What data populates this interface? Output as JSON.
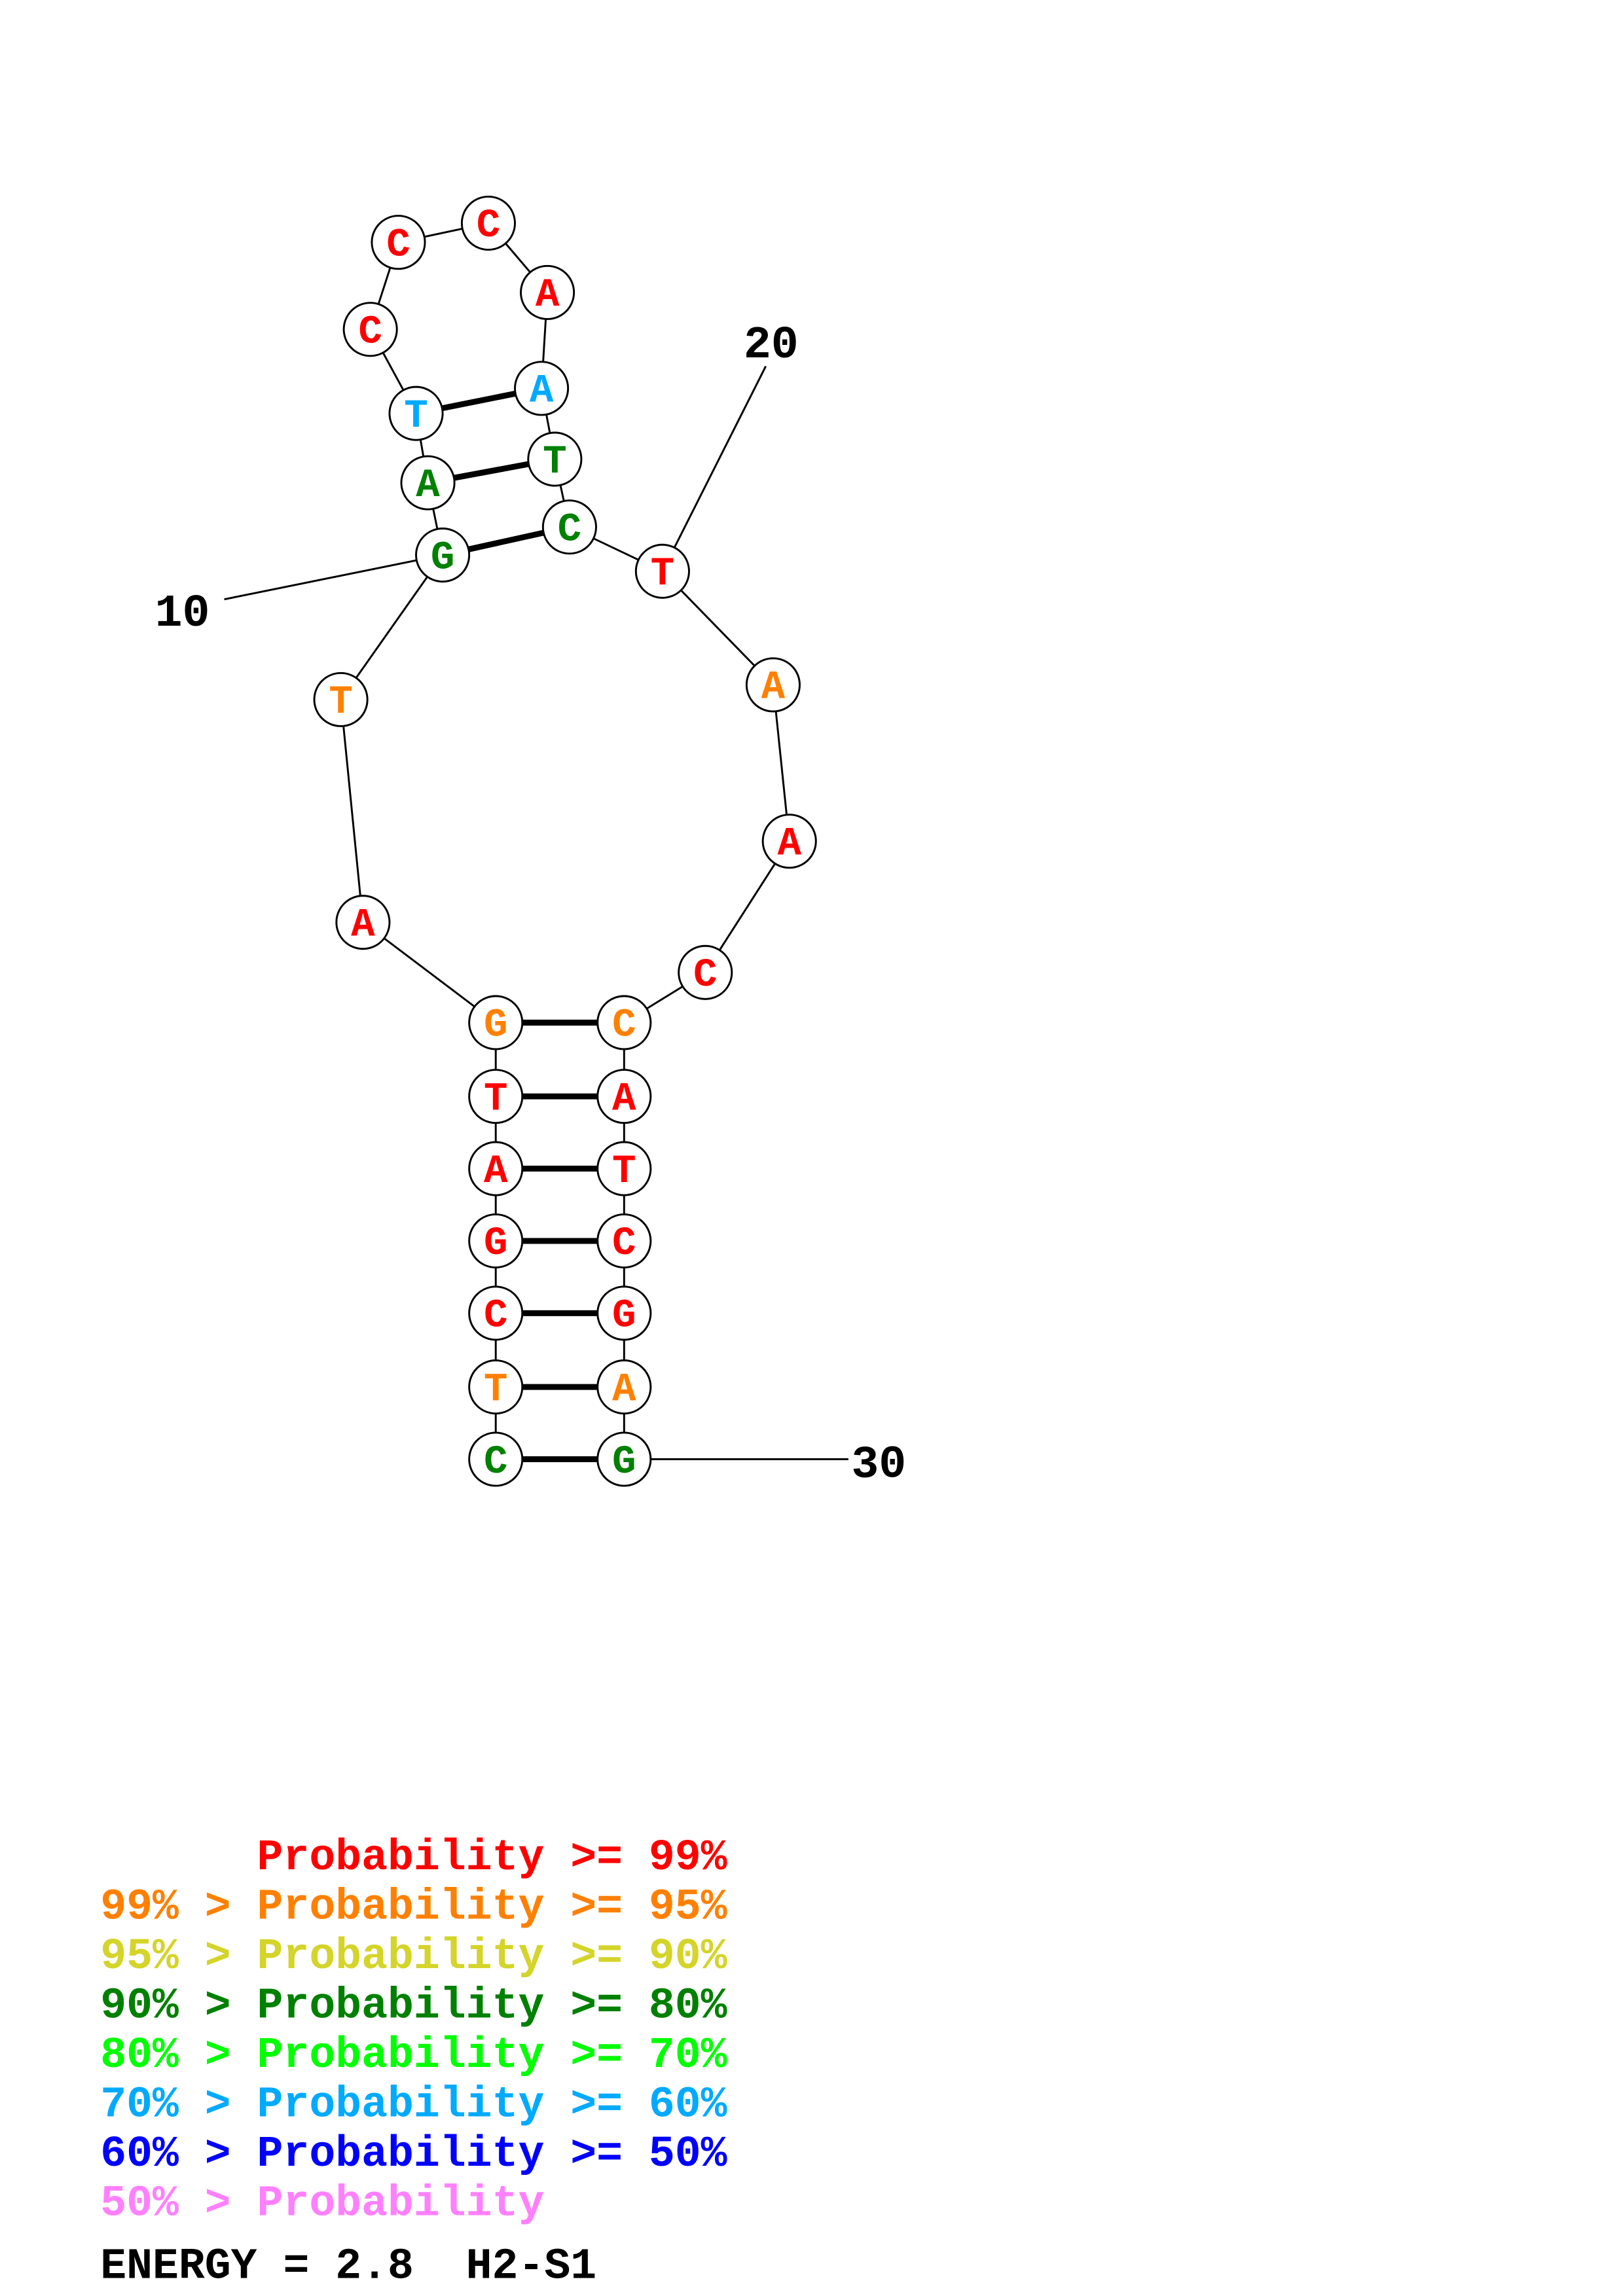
{
  "structure": {
    "sequence": [
      "C",
      "T",
      "C",
      "G",
      "A",
      "T",
      "G",
      "A",
      "T",
      "G",
      "A",
      "T",
      "C",
      "C",
      "C",
      "A",
      "A",
      "T",
      "C",
      "T",
      "A",
      "A",
      "C",
      "C",
      "A",
      "T",
      "C",
      "G",
      "A",
      "G"
    ],
    "probability_class": [
      3,
      1,
      0,
      0,
      0,
      0,
      1,
      0,
      1,
      3,
      3,
      5,
      0,
      0,
      0,
      0,
      5,
      3,
      3,
      0,
      1,
      0,
      0,
      1,
      0,
      0,
      0,
      0,
      1,
      3
    ],
    "pairs": [
      [
        1,
        30
      ],
      [
        2,
        29
      ],
      [
        3,
        28
      ],
      [
        4,
        27
      ],
      [
        5,
        26
      ],
      [
        6,
        25
      ],
      [
        7,
        24
      ],
      [
        10,
        19
      ],
      [
        11,
        18
      ],
      [
        12,
        17
      ]
    ],
    "position_labels": [
      {
        "index": 10,
        "text": "10"
      },
      {
        "index": 20,
        "text": "20"
      },
      {
        "index": 30,
        "text": "30"
      }
    ]
  },
  "legend": {
    "colors": [
      "#ff0000",
      "#ff8000",
      "#d4d42a",
      "#008000",
      "#00ff00",
      "#00aaff",
      "#0000ff",
      "#ff80ff"
    ],
    "lines": [
      "      Probability >= 99%",
      "99% > Probability >= 95%",
      "95% > Probability >= 90%",
      "90% > Probability >= 80%",
      "80% > Probability >= 70%",
      "70% > Probability >= 60%",
      "60% > Probability >= 50%",
      "50% > Probability"
    ]
  },
  "footer": {
    "energy_text": "ENERGY = 2.8  H2-S1"
  }
}
